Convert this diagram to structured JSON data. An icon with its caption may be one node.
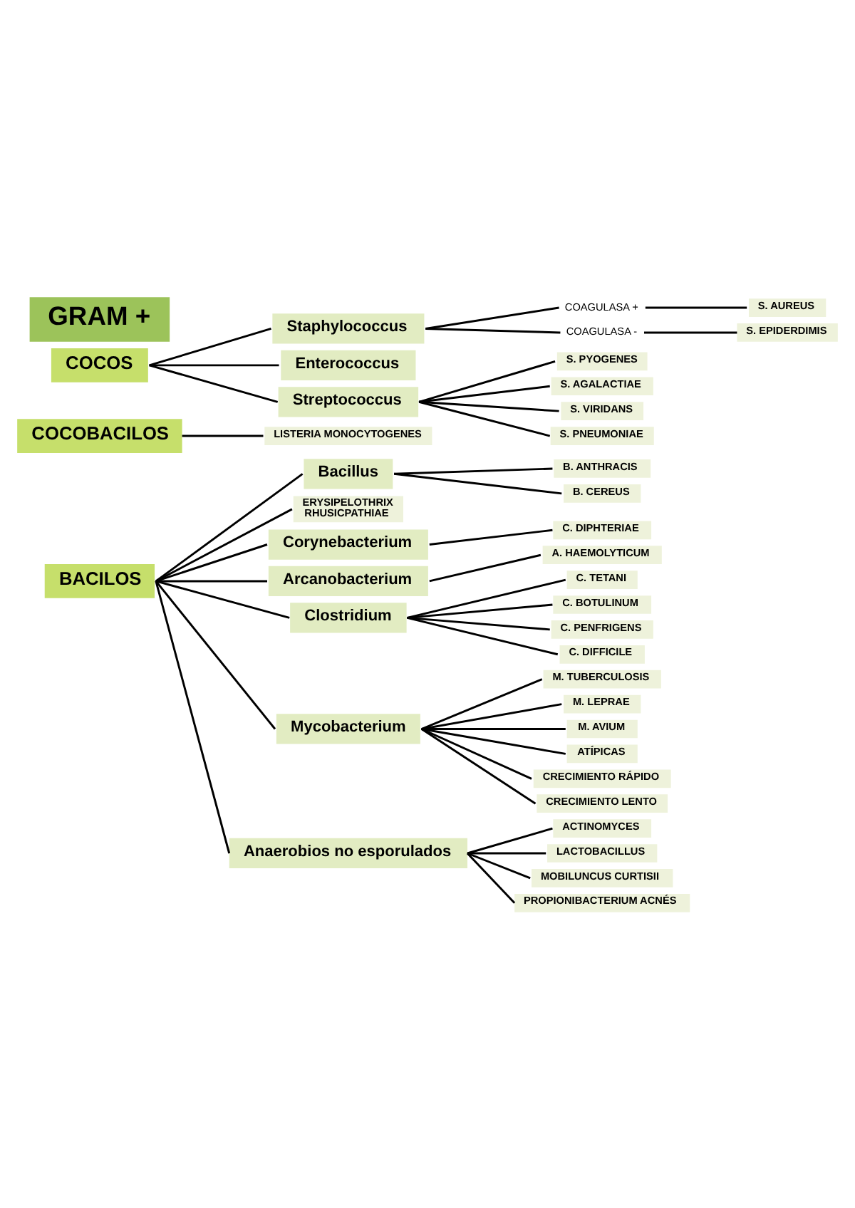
{
  "diagram": {
    "nodes": [
      {
        "text": [
          "GRAM +"
        ]
      },
      {
        "text": [
          "COCOS"
        ]
      },
      {
        "text": [
          "Staphylococcus"
        ]
      },
      {
        "text": [
          "Enterococcus"
        ]
      },
      {
        "text": [
          "Streptococcus"
        ]
      },
      {
        "text": [
          "COAGULASA +"
        ]
      },
      {
        "text": [
          "COAGULASA -"
        ]
      },
      {
        "text": [
          "S. AUREUS"
        ]
      },
      {
        "text": [
          "S. EPIDERDIMIS"
        ]
      },
      {
        "text": [
          "S. PYOGENES"
        ]
      },
      {
        "text": [
          "S. AGALACTIAE"
        ]
      },
      {
        "text": [
          "S. VIRIDANS"
        ]
      },
      {
        "text": [
          "S. PNEUMONIAE"
        ]
      },
      {
        "text": [
          "COCOBACILOS"
        ]
      },
      {
        "text": [
          "LISTERIA MONOCYTOGENES"
        ]
      },
      {
        "text": [
          "BACILOS"
        ]
      },
      {
        "text": [
          "Bacillus"
        ]
      },
      {
        "text": [
          "ERYSIPELOTHRIX RHUSICPATHIAE"
        ]
      },
      {
        "text": [
          "Corynebacterium"
        ]
      },
      {
        "text": [
          "Arcanobacterium"
        ]
      },
      {
        "text": [
          "Clostridium"
        ]
      },
      {
        "text": [
          "Mycobacterium"
        ]
      },
      {
        "text": [
          "Anaerobios no esporulados"
        ]
      },
      {
        "text": [
          "B. ANTHRACIS"
        ]
      },
      {
        "text": [
          "B. CEREUS"
        ]
      },
      {
        "text": [
          "C. DIPHTERIAE"
        ]
      },
      {
        "text": [
          "A. HAEMOLYTICUM"
        ]
      },
      {
        "text": [
          "C. TETANI"
        ]
      },
      {
        "text": [
          "C. BOTULINUM"
        ]
      },
      {
        "text": [
          "C. PENFRIGENS"
        ]
      },
      {
        "text": [
          "C. DIFFICILE"
        ]
      },
      {
        "text": [
          "M. TUBERCULOSIS"
        ]
      },
      {
        "text": [
          "M. LEPRAE"
        ]
      },
      {
        "text": [
          "M. AVIUM"
        ]
      },
      {
        "text": [
          "ATÍPICAS"
        ]
      },
      {
        "text": [
          "CRECIMIENTO RÁPIDO"
        ]
      },
      {
        "text": [
          "CRECIMIENTO LENTO"
        ]
      },
      {
        "text": [
          "ACTINOMYCES"
        ]
      },
      {
        "text": [
          "LACTOBACILLUS"
        ]
      },
      {
        "text": [
          "MOBILUNCUS CURTISII"
        ]
      },
      {
        "text": [
          "PROPIONIBACTERIUM ACNÉS"
        ]
      }
    ],
    "edges": [
      {
        "from": 1,
        "to": 2,
        "arrow": "none"
      },
      {
        "from": 1,
        "to": 3,
        "arrow": "none"
      },
      {
        "from": 1,
        "to": 4,
        "arrow": "none"
      },
      {
        "from": 2,
        "to": 5,
        "arrow": "none"
      },
      {
        "from": 2,
        "to": 6,
        "arrow": "none"
      },
      {
        "from": 5,
        "to": 7,
        "arrow": "none"
      },
      {
        "from": 6,
        "to": 8,
        "arrow": "none"
      },
      {
        "from": 4,
        "to": 9,
        "arrow": "none"
      },
      {
        "from": 4,
        "to": 10,
        "arrow": "none"
      },
      {
        "from": 4,
        "to": 11,
        "arrow": "none"
      },
      {
        "from": 4,
        "to": 12,
        "arrow": "none"
      },
      {
        "from": 13,
        "to": 14,
        "arrow": "none"
      },
      {
        "from": 15,
        "to": 16,
        "arrow": "none"
      },
      {
        "from": 15,
        "to": 17,
        "arrow": "none"
      },
      {
        "from": 15,
        "to": 18,
        "arrow": "none"
      },
      {
        "from": 15,
        "to": 19,
        "arrow": "none"
      },
      {
        "from": 15,
        "to": 20,
        "arrow": "none"
      },
      {
        "from": 15,
        "to": 21,
        "arrow": "none"
      },
      {
        "from": 15,
        "to": 22,
        "arrow": "none"
      },
      {
        "from": 16,
        "to": 23,
        "arrow": "none"
      },
      {
        "from": 16,
        "to": 24,
        "arrow": "none"
      },
      {
        "from": 18,
        "to": 25,
        "arrow": "none"
      },
      {
        "from": 19,
        "to": 26,
        "arrow": "none"
      },
      {
        "from": 20,
        "to": 27,
        "arrow": "none"
      },
      {
        "from": 20,
        "to": 28,
        "arrow": "none"
      },
      {
        "from": 20,
        "to": 29,
        "arrow": "none"
      },
      {
        "from": 20,
        "to": 30,
        "arrow": "none"
      },
      {
        "from": 21,
        "to": 31,
        "arrow": "none"
      },
      {
        "from": 21,
        "to": 32,
        "arrow": "none"
      },
      {
        "from": 21,
        "to": 33,
        "arrow": "none"
      },
      {
        "from": 21,
        "to": 34,
        "arrow": "none"
      },
      {
        "from": 21,
        "to": 35,
        "arrow": "none"
      },
      {
        "from": 21,
        "to": 36,
        "arrow": "none"
      },
      {
        "from": 22,
        "to": 37,
        "arrow": "none"
      },
      {
        "from": 22,
        "to": 38,
        "arrow": "none"
      },
      {
        "from": 22,
        "to": 39,
        "arrow": "none"
      },
      {
        "from": 22,
        "to": 40,
        "arrow": "none"
      }
    ]
  }
}
